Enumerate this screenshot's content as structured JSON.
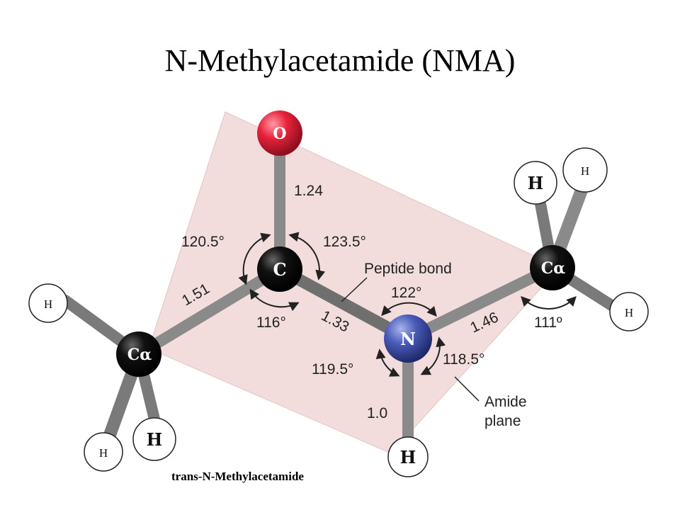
{
  "title": "N-Methylacetamide (NMA)",
  "caption": "trans-N-Methylacetamide",
  "atoms": {
    "O": "O",
    "C": "C",
    "N": "N",
    "Ca_left": "Cα",
    "Ca_right": "Cα",
    "H": "H"
  },
  "bond_lengths": {
    "c_o": "1.24",
    "ca_c": "1.51",
    "c_n": "1.33",
    "n_ca": "1.46",
    "n_h": "1.0"
  },
  "angles": {
    "ca_c_o": "120.5°",
    "o_c_n": "123.5°",
    "ca_c_n": "116°",
    "c_n_ca": "122°",
    "c_n_h": "119.5°",
    "h_n_ca": "118.5°",
    "n_ca_c": "111º"
  },
  "annotations": {
    "peptide_bond": "Peptide bond",
    "amide_plane_line1": "Amide",
    "amide_plane_line2": "plane"
  },
  "colors": {
    "plane": "#f2dcdc",
    "oxygen": "#e8223a",
    "nitrogen": "#4a5bb8",
    "carbon": "#111111",
    "bond": "#8a8a8a"
  }
}
